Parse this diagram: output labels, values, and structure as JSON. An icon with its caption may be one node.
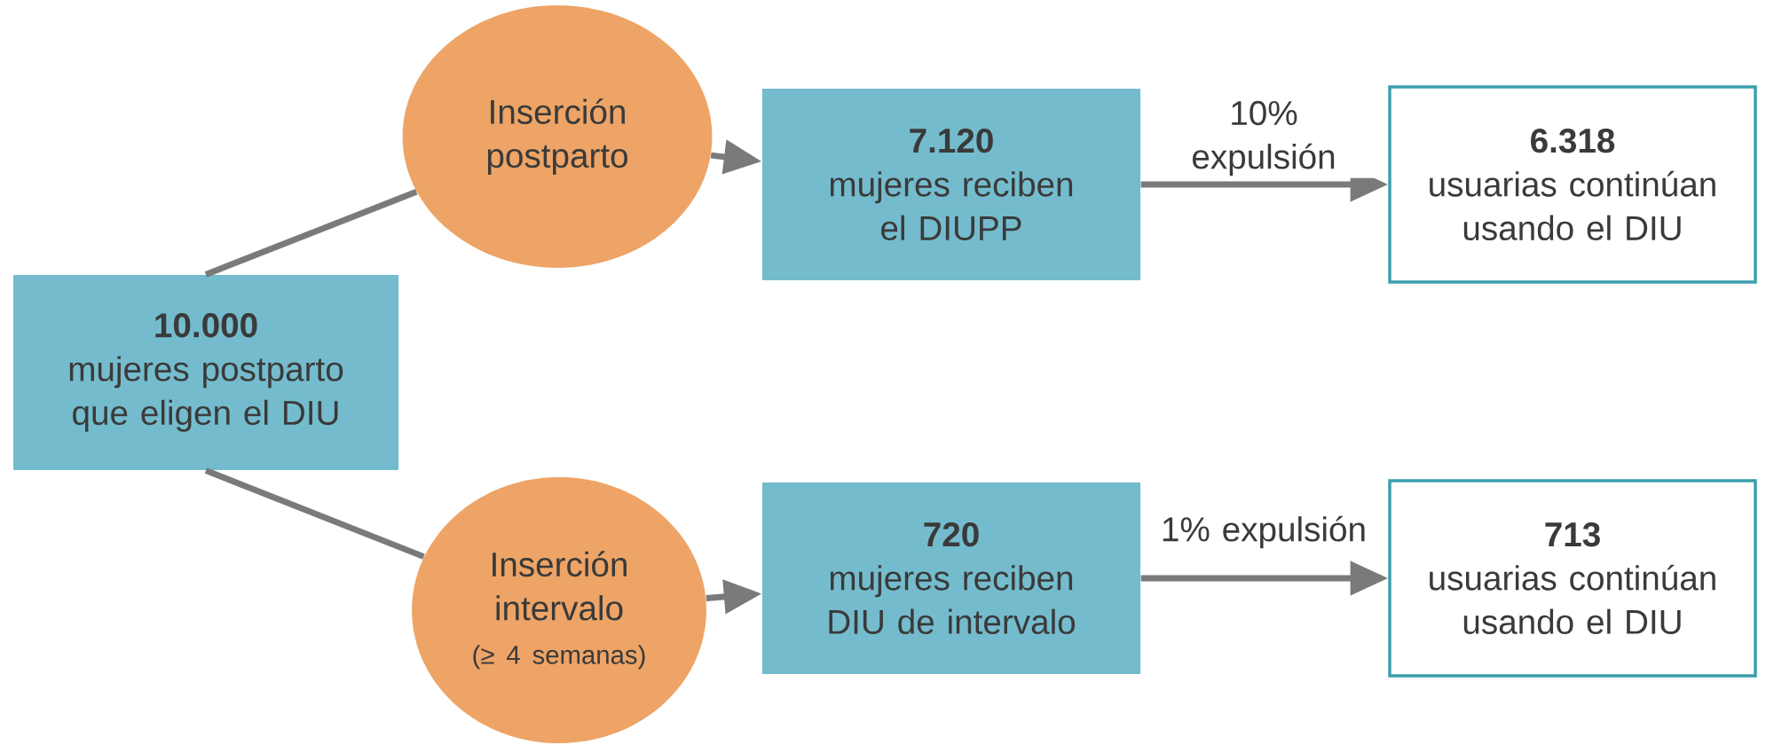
{
  "diagram": {
    "nodes": [
      {
        "text": [
          "10.000",
          "mujeres postparto que eligen el DIU"
        ]
      },
      {
        "text": [
          "Inserción postparto"
        ]
      },
      {
        "text": [
          "7.120",
          "mujeres reciben el DIUPP"
        ]
      },
      {
        "text": [
          "6.318",
          "usuarias continúan usando el DIU"
        ]
      },
      {
        "text": [
          "Inserción intervalo",
          "(≥ 4 semanas)"
        ]
      },
      {
        "text": [
          "720",
          "mujeres reciben DIU de intervalo"
        ]
      },
      {
        "text": [
          "713",
          "usuarias continúan usando el DIU"
        ]
      }
    ],
    "edges": [
      {
        "from": 0,
        "to": 1,
        "arrow": "none"
      },
      {
        "from": 1,
        "to": 2,
        "arrow": "to"
      },
      {
        "from": 2,
        "to": 3,
        "arrow": "to",
        "label": "10% expulsión"
      },
      {
        "from": 0,
        "to": 4,
        "arrow": "none"
      },
      {
        "from": 4,
        "to": 5,
        "arrow": "to"
      },
      {
        "from": 5,
        "to": 6,
        "arrow": "to",
        "label": "1% expulsión"
      }
    ]
  }
}
